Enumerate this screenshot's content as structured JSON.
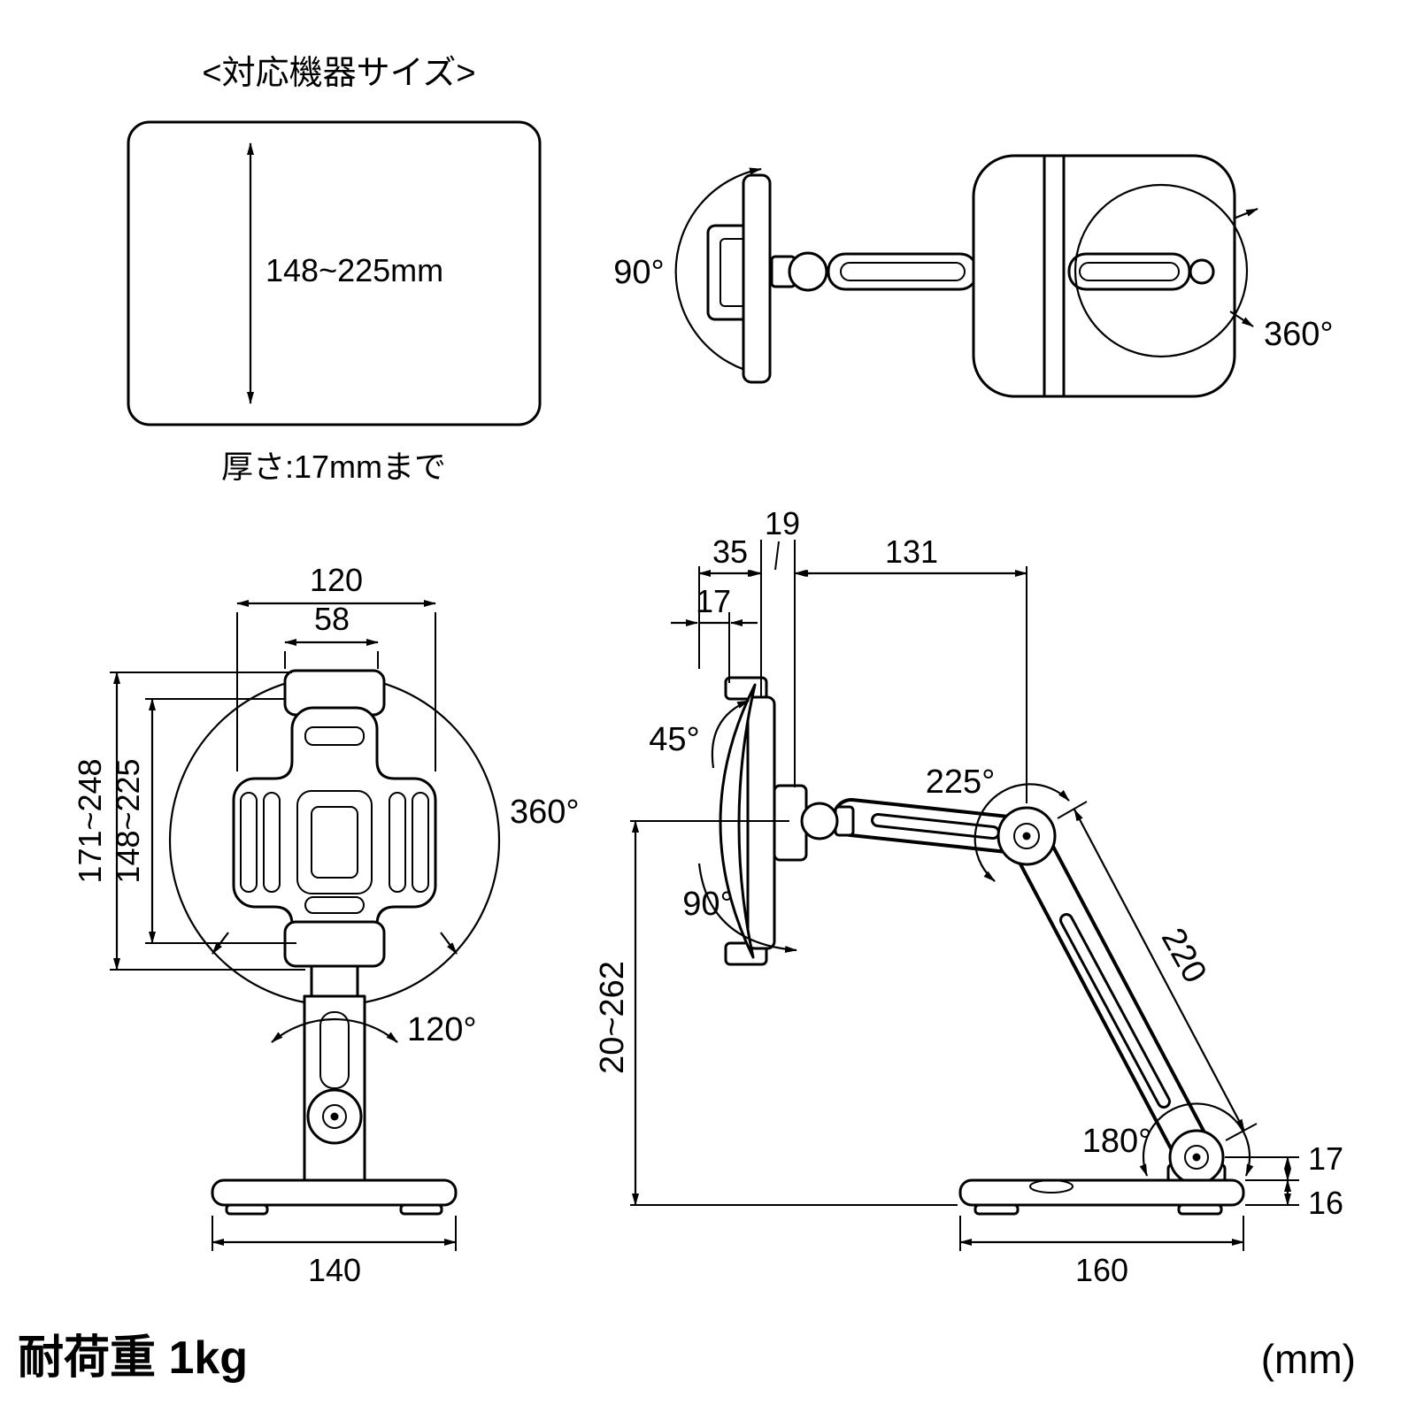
{
  "device_size_panel": {
    "title": "<対応機器サイズ>",
    "height_range": "148~225mm",
    "thickness_note": "厚さ:17mmまで"
  },
  "rear_view": {
    "tilt_angle": "90°",
    "rotation_angle": "360°"
  },
  "front_view": {
    "width_overall": "120",
    "clamp_width": "58",
    "height_overall": "171~248",
    "device_height": "148~225",
    "rotation_angle": "360°",
    "swivel_angle": "120°",
    "base_width": "140"
  },
  "side_view": {
    "pivot_offset": "19",
    "bracket_depth": "35",
    "upper_arm_reach": "131",
    "holder_depth": "17",
    "tilt_up_angle": "45°",
    "elbow_angle": "225°",
    "tilt_down_angle": "90°",
    "arm_length": "220",
    "height_range": "20~262",
    "base_hinge_angle": "180°",
    "hinge_height": "17",
    "base_thickness": "16",
    "base_depth": "160"
  },
  "footer": {
    "load_capacity": "耐荷重 1kg",
    "unit": "(mm)"
  }
}
